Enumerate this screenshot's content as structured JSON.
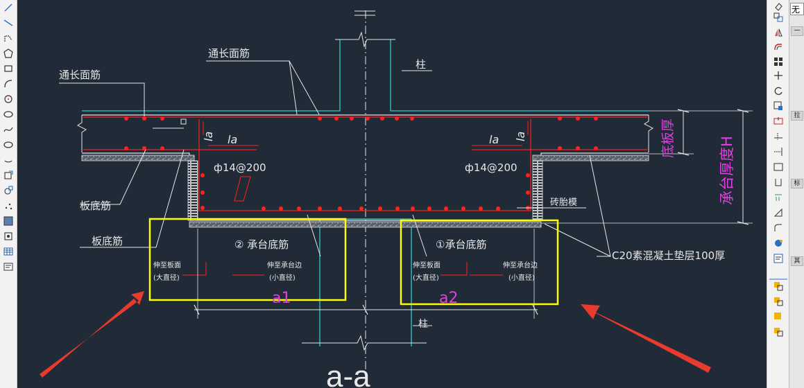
{
  "window": {
    "combo_value": "无"
  },
  "drawing": {
    "label_top_bar_center": "通长面筋",
    "label_top_bar_left": "通长面筋",
    "label_column_top": "柱",
    "label_column_bottom": "柱",
    "label_slab_bottom_1": "板底筋",
    "label_slab_bottom_2": "板底筋",
    "label_la_1": "la",
    "label_la_2": "la",
    "label_la_3": "la",
    "label_la_4": "la",
    "label_rebar_left": "ф14@200",
    "label_rebar_right": "ф14@200",
    "label_brick_mold": "砖胎模",
    "label_slab_thickness": "底板厚",
    "label_cap_thickness": "承台厚度H",
    "label_concrete_pad": "C20素混凝土垫层100厚",
    "label_cap_bar_2": "② 承台底筋",
    "label_cap_bar_1": "①承台底筋",
    "label_extend_slab_left_1": "伸至板面",
    "label_extend_slab_left_2": "(大直径)",
    "label_extend_cap_left_1": "伸至承台边",
    "label_extend_cap_left_2": "(小直径)",
    "label_extend_slab_right_1": "伸至板面",
    "label_extend_slab_right_2": "(大直径)",
    "label_extend_cap_right_1": "伸至承台边",
    "label_extend_cap_right_2": "(小直径)",
    "label_box_a1": "a1",
    "label_box_a2": "a2",
    "section_title": "a-a"
  },
  "side_tabs": [
    "一",
    "拉",
    "标",
    "其"
  ],
  "colors": {
    "canvas_bg": "#212a37",
    "line_white": "#e8e8e8",
    "rebar_red": "#ff2020",
    "column_cyan": "#33cccc",
    "dim_magenta": "#e040e0",
    "highlight_yellow": "#ffff00",
    "arrow_red": "#e83a2e"
  }
}
